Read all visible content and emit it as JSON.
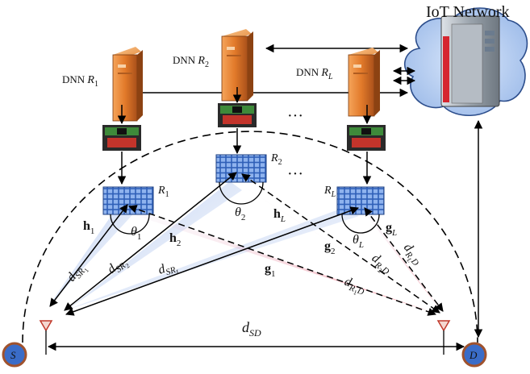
{
  "network": {
    "title": "IoT Network"
  },
  "servers": [
    {
      "prefix": "DNN ",
      "name": "R",
      "sub": "1"
    },
    {
      "prefix": "DNN ",
      "name": "R",
      "sub": "2"
    },
    {
      "prefix": "DNN ",
      "name": "R",
      "sub": "L"
    }
  ],
  "ellipsis": "···",
  "relays": [
    {
      "name": "R",
      "sub": "1"
    },
    {
      "name": "R",
      "sub": "2"
    },
    {
      "name": "R",
      "sub": "L"
    }
  ],
  "angles": [
    {
      "name": "θ",
      "sub": "1"
    },
    {
      "name": "θ",
      "sub": "2"
    },
    {
      "name": "θ",
      "sub": "L"
    }
  ],
  "channels": {
    "h1": {
      "name": "h",
      "sub": "1"
    },
    "h2": {
      "name": "h",
      "sub": "2"
    },
    "hL": {
      "name": "h",
      "sub": "L"
    },
    "g1": {
      "name": "g",
      "sub": "1"
    },
    "g2": {
      "name": "g",
      "sub": "2"
    },
    "gL": {
      "name": "g",
      "sub": "L"
    }
  },
  "distances": {
    "dSR1": {
      "name": "d",
      "sub": "SR",
      "subsub": "1"
    },
    "dSR2": {
      "name": "d",
      "sub": "SR",
      "subsub": "2"
    },
    "dSRL": {
      "name": "d",
      "sub": "SR",
      "subsub": "L"
    },
    "dR1D": {
      "name": "d",
      "sub": "R",
      "subsub": "1",
      "tail": "D"
    },
    "dR2D": {
      "name": "d",
      "sub": "R",
      "subsub": "2",
      "tail": "D"
    },
    "dRLD": {
      "name": "d",
      "sub": "R",
      "subsub": "L",
      "tail": "D"
    },
    "dSD": {
      "name": "d",
      "sub": "SD"
    }
  },
  "nodes": {
    "source": {
      "label": "S"
    },
    "destination": {
      "label": "D"
    }
  }
}
